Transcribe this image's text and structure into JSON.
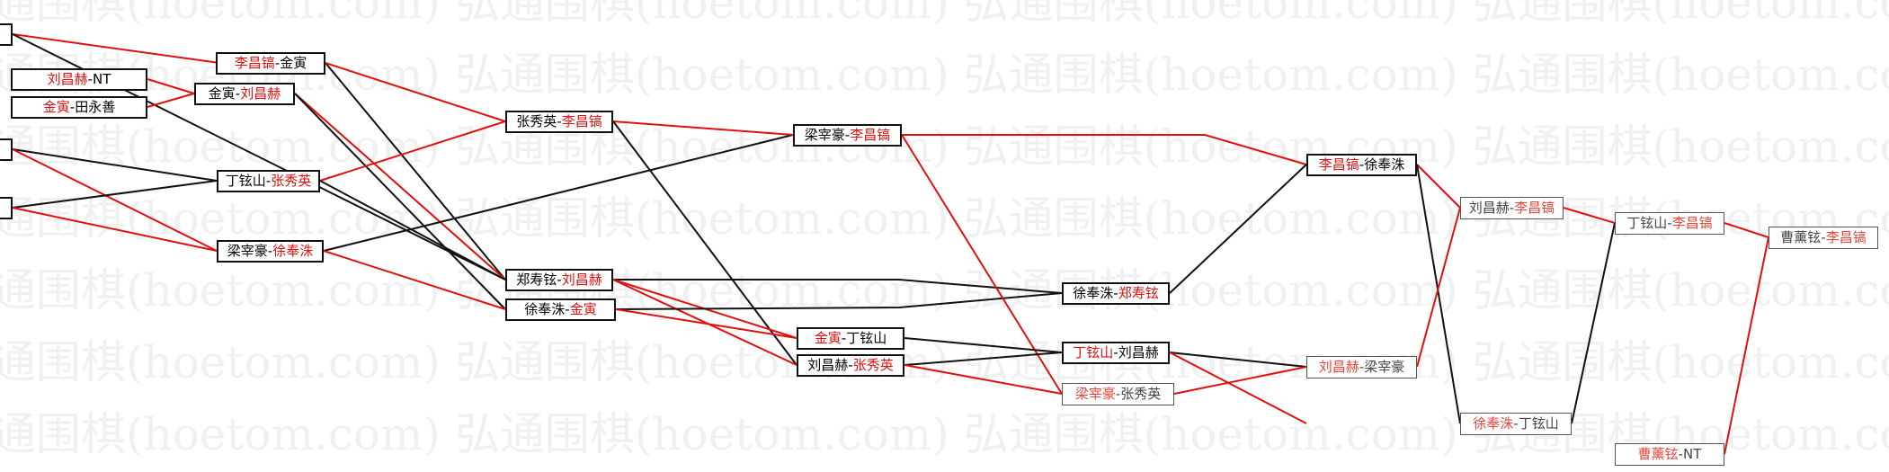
{
  "watermark": "弘通围棋(hoetom.com)",
  "colors": {
    "winner": "#e01010",
    "line_win": "#e01010",
    "line_lose": "#111111"
  },
  "matches": [
    {
      "id": "r1a",
      "left": {
        "text": "",
        "winner": false
      },
      "right": {
        "text": "",
        "winner": false
      }
    },
    {
      "id": "r1b",
      "left": {
        "text": "",
        "winner": false
      },
      "right": {
        "text": "",
        "winner": false
      }
    },
    {
      "id": "r1c",
      "left": {
        "text": "",
        "winner": false
      },
      "right": {
        "text": "",
        "winner": false
      }
    },
    {
      "id": "a1",
      "left": {
        "text": "李昌镐",
        "winner": true
      },
      "right": {
        "text": "金寅",
        "winner": false
      }
    },
    {
      "id": "a2",
      "left": {
        "text": "刘昌赫",
        "winner": true
      },
      "right": {
        "text": "NT",
        "winner": false
      }
    },
    {
      "id": "a3",
      "left": {
        "text": "金寅",
        "winner": false
      },
      "right": {
        "text": "刘昌赫",
        "winner": true
      }
    },
    {
      "id": "a4",
      "left": {
        "text": "金寅",
        "winner": true
      },
      "right": {
        "text": "田永善",
        "winner": false
      }
    },
    {
      "id": "a5",
      "left": {
        "text": "丁铉山",
        "winner": false
      },
      "right": {
        "text": "张秀英",
        "winner": true
      }
    },
    {
      "id": "a6",
      "left": {
        "text": "梁宰豪",
        "winner": false
      },
      "right": {
        "text": "徐奉洙",
        "winner": true
      }
    },
    {
      "id": "b1",
      "left": {
        "text": "张秀英",
        "winner": false
      },
      "right": {
        "text": "李昌镐",
        "winner": true
      }
    },
    {
      "id": "b2",
      "left": {
        "text": "郑寿铉",
        "winner": false
      },
      "right": {
        "text": "刘昌赫",
        "winner": true
      }
    },
    {
      "id": "b3",
      "left": {
        "text": "徐奉洙",
        "winner": false
      },
      "right": {
        "text": "金寅",
        "winner": true
      }
    },
    {
      "id": "c1",
      "left": {
        "text": "梁宰豪",
        "winner": false
      },
      "right": {
        "text": "李昌镐",
        "winner": true
      }
    },
    {
      "id": "c2",
      "left": {
        "text": "金寅",
        "winner": true
      },
      "right": {
        "text": "丁铉山",
        "winner": false
      }
    },
    {
      "id": "c3",
      "left": {
        "text": "刘昌赫",
        "winner": false
      },
      "right": {
        "text": "张秀英",
        "winner": true
      }
    },
    {
      "id": "d1",
      "left": {
        "text": "徐奉洙",
        "winner": false
      },
      "right": {
        "text": "郑寿铉",
        "winner": true
      }
    },
    {
      "id": "d2",
      "left": {
        "text": "丁铉山",
        "winner": true
      },
      "right": {
        "text": "刘昌赫",
        "winner": false
      }
    },
    {
      "id": "d3",
      "left": {
        "text": "梁宰豪",
        "winner": true
      },
      "right": {
        "text": "张秀英",
        "winner": false
      }
    },
    {
      "id": "e1",
      "left": {
        "text": "李昌镐",
        "winner": true
      },
      "right": {
        "text": "徐奉洙",
        "winner": false
      }
    },
    {
      "id": "e2",
      "left": {
        "text": "刘昌赫",
        "winner": true
      },
      "right": {
        "text": "梁宰豪",
        "winner": false
      }
    },
    {
      "id": "f1",
      "left": {
        "text": "刘昌赫",
        "winner": false
      },
      "right": {
        "text": "李昌镐",
        "winner": true
      }
    },
    {
      "id": "f2",
      "left": {
        "text": "徐奉洙",
        "winner": true
      },
      "right": {
        "text": "丁铉山",
        "winner": false
      }
    },
    {
      "id": "g1",
      "left": {
        "text": "丁铉山",
        "winner": false
      },
      "right": {
        "text": "李昌镐",
        "winner": true
      }
    },
    {
      "id": "g2",
      "left": {
        "text": "曹薰铉",
        "winner": true
      },
      "right": {
        "text": "NT",
        "winner": false
      }
    },
    {
      "id": "h1",
      "left": {
        "text": "曹薰铉",
        "winner": false
      },
      "right": {
        "text": "李昌镐",
        "winner": true
      }
    }
  ]
}
